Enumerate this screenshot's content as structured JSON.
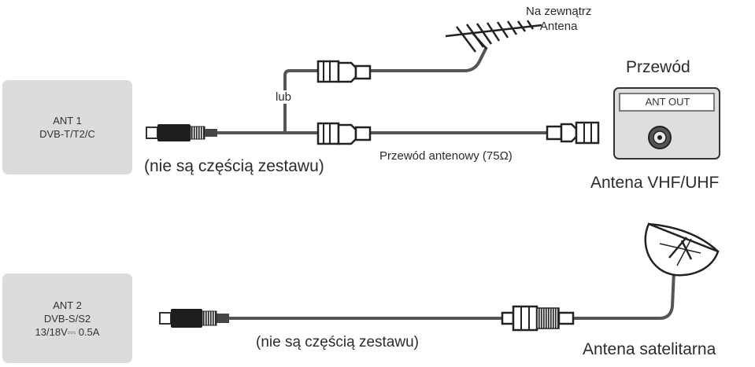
{
  "ant1": {
    "line1": "ANT 1",
    "line2": "DVB-T/T2/C"
  },
  "ant2": {
    "line1": "ANT 2",
    "line2": "DVB-S/S2",
    "line3": "13/18V⎓ 0.5A"
  },
  "labels": {
    "outdoor_line1": "Na zewnątrz",
    "outdoor_line2": "Antena",
    "or": "lub",
    "cable": "Przewód",
    "ant_out": "ANT OUT",
    "not_included_1": "(nie są częścią zestawu)",
    "coax_cable": "Przewód antenowy (75Ω)",
    "vhf_uhf": "Antena VHF/UHF",
    "not_included_2": "(nie są częścią zestawu)",
    "satellite": "Antena satelitarna"
  }
}
